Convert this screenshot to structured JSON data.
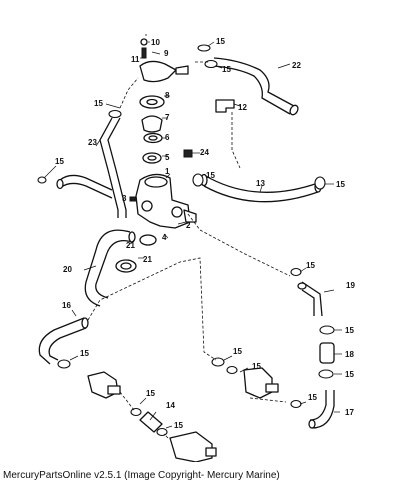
{
  "caption": "MercuryPartsOnline v2.5.1 (Image Copyright- Mercury Marine)",
  "callouts": [
    "1",
    "2",
    "3",
    "4",
    "5",
    "6",
    "7",
    "8",
    "9",
    "10",
    "11",
    "12",
    "13",
    "14",
    "15",
    "16",
    "17",
    "18",
    "19",
    "20",
    "21",
    "22",
    "23",
    "24"
  ],
  "callout_labels": {
    "c1": "1",
    "c2": "2",
    "c3": "3",
    "c4": "4",
    "c5": "5",
    "c6": "6",
    "c7": "7",
    "c8": "8",
    "c9": "9",
    "c10": "10",
    "c11": "11",
    "c12": "12",
    "c13": "13",
    "c14": "14",
    "c15": "15",
    "c16": "16",
    "c17": "17",
    "c18": "18",
    "c19": "19",
    "c20": "20",
    "c21": "21",
    "c22": "22",
    "c23": "23",
    "c24": "24"
  }
}
